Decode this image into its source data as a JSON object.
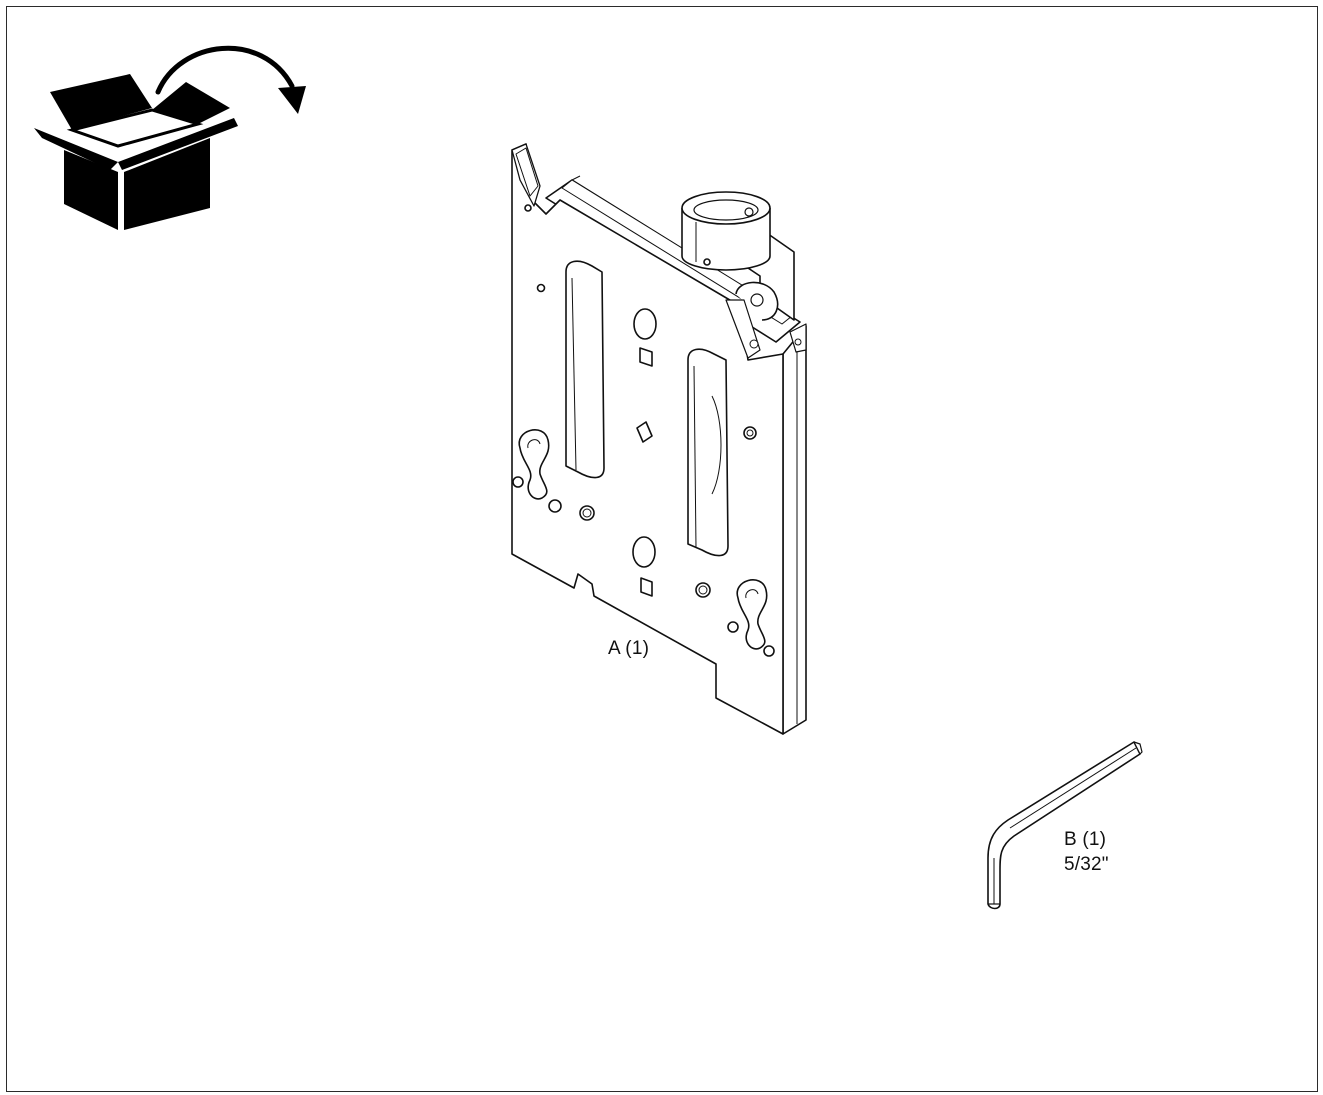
{
  "icons": {
    "unpack": "open-box-with-curved-arrow-icon"
  },
  "parts": [
    {
      "id": "A",
      "label": "A (1)",
      "item": "mounting-plate-bracket"
    },
    {
      "id": "B",
      "label": "B (1)",
      "size": "5/32\"",
      "item": "hex-key-allen-wrench"
    }
  ],
  "colors": {
    "line": "#111111",
    "fill": "#ffffff",
    "box": "#000000",
    "border": "#2b2b2b"
  }
}
